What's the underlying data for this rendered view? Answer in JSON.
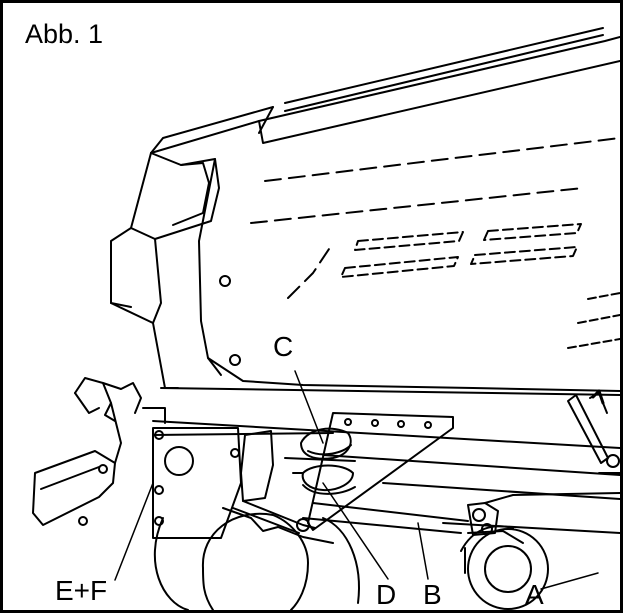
{
  "figure": {
    "title": "Abb. 1",
    "labels": {
      "c": "C",
      "ef": "E+F",
      "d": "D",
      "b": "B",
      "a": "A"
    },
    "colors": {
      "ink": "#000000",
      "paper": "#ffffff"
    }
  }
}
